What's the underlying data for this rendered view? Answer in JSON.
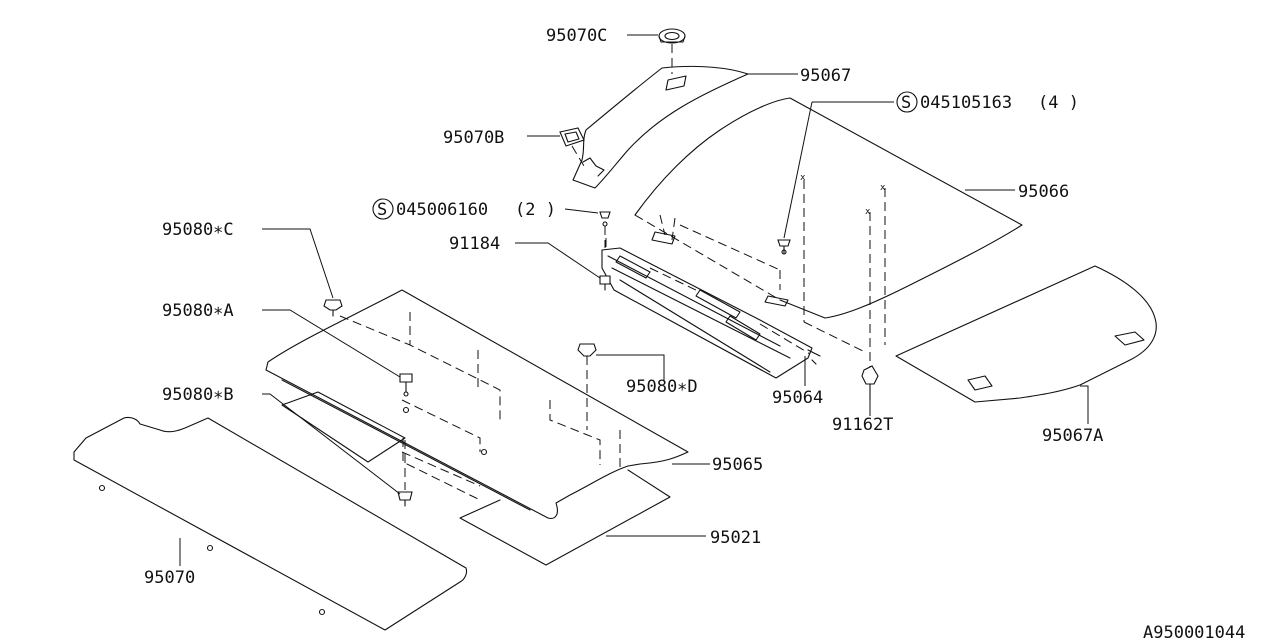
{
  "labels": {
    "p95070C": "95070C",
    "p95067": "95067",
    "p95070B": "95070B",
    "s_num1": "045105163",
    "s_qty1": "(4 )",
    "p95066": "95066",
    "s_num2": "045006160",
    "s_qty2": "(2 )",
    "p95080C": "95080∗C",
    "p91184": "91184",
    "p95080A": "95080∗A",
    "p95080D": "95080∗D",
    "p95064": "95064",
    "p91162T": "91162T",
    "p95067A": "95067A",
    "p95080B": "95080∗B",
    "p95065": "95065",
    "p95021": "95021",
    "p95070": "95070",
    "s_mark": "S",
    "diagram_id": "A950001044"
  }
}
